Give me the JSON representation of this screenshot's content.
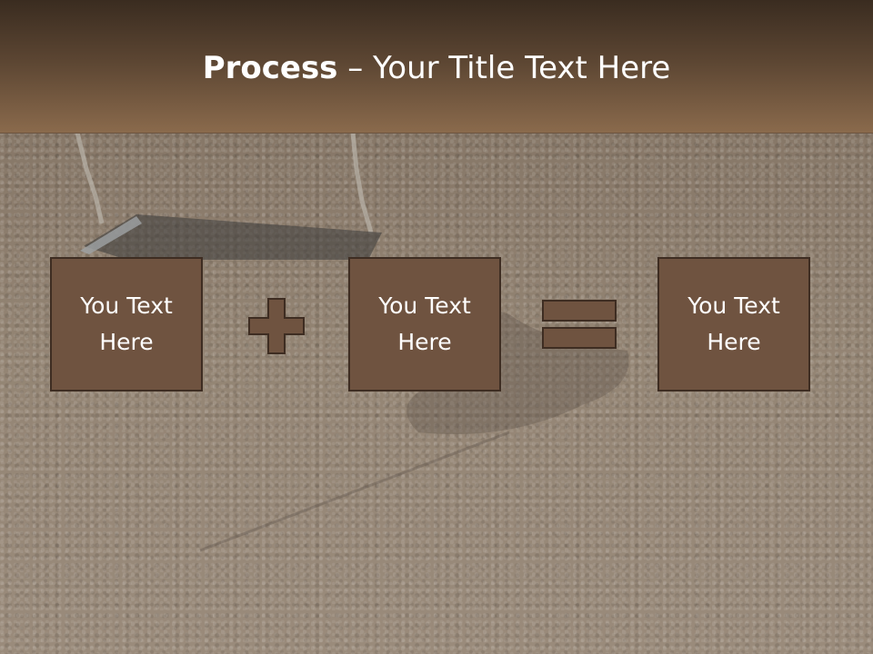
{
  "slide": {
    "title_bold": "Process",
    "title_rest": " – Your Title Text Here"
  },
  "boxes": [
    {
      "label": "You Text Here"
    },
    {
      "label": "You Text Here"
    },
    {
      "label": "You Text Here"
    }
  ],
  "operators": [
    {
      "icon": "plus-icon"
    },
    {
      "icon": "equals-icon"
    }
  ],
  "colors": {
    "header_dark": "#3a2c20",
    "header_light": "#8a6a4c",
    "box_fill": "#6f5340",
    "box_border": "#3e2d22",
    "operator_fill": "#6f5340"
  }
}
